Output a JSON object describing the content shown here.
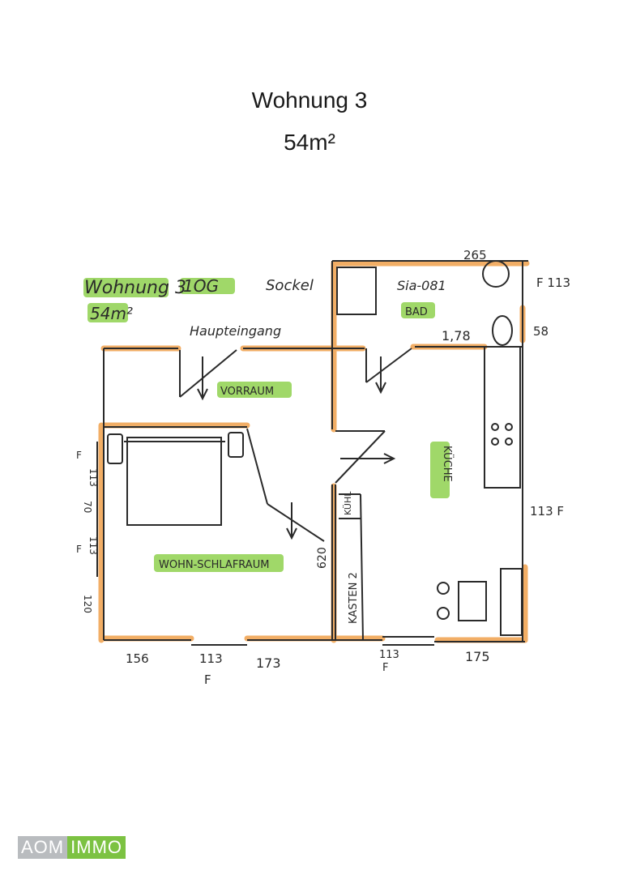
{
  "header": {
    "title": "Wohnung 3",
    "area": "54m²"
  },
  "sketch": {
    "label_unit": "Wohnung 3",
    "label_floor": "1OG",
    "label_area": "54m²",
    "label_sockel": "Sockel",
    "label_entrance": "Haupteingang",
    "rooms": {
      "vorraum": "VORRAUM",
      "bad": "BAD",
      "kueche": "KÜCHE",
      "wohn": "WOHN-SCHLAFRAUM",
      "kasten": "KASTEN 2",
      "kuehl": "KÜHL"
    },
    "dims": {
      "top_265": "265",
      "f113_top": "F 113",
      "sia": "Sia-081",
      "d178": "1,78",
      "d58": "58",
      "f113_right": "113 F",
      "d620": "620",
      "left_113a": "113",
      "left_fa": "F",
      "left_70": "70",
      "left_113b": "113",
      "left_fb": "F",
      "left_120": "120",
      "b156": "156",
      "b113": "113",
      "bF1": "F",
      "b173": "173",
      "b113b": "113",
      "bF2": "F",
      "b175": "175"
    },
    "colors": {
      "wall_highlight": "#f0a04b",
      "label_highlight": "#8fd14f",
      "ink": "#2a2a2a"
    }
  },
  "logo": {
    "part_a": "AOM",
    "part_b": "IMMO"
  }
}
